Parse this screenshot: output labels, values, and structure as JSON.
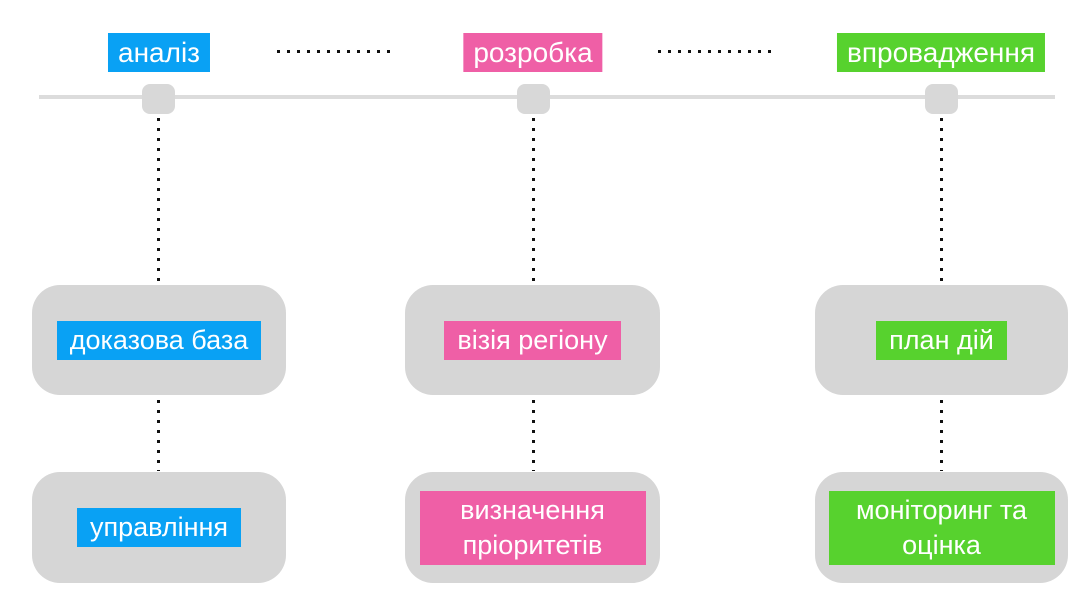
{
  "diagram": {
    "phases": [
      {
        "id": "analysis",
        "label": "аналіз",
        "color": "#09a1f4",
        "boxes": [
          {
            "label": "доказова база"
          },
          {
            "label": "управління"
          }
        ]
      },
      {
        "id": "development",
        "label": "розробка",
        "color": "#ef5fa6",
        "boxes": [
          {
            "label": "візія регіону"
          },
          {
            "label": "визначення пріоритетів"
          }
        ]
      },
      {
        "id": "implementation",
        "label": "впровадження",
        "color": "#57d22e",
        "boxes": [
          {
            "label": "план дій"
          },
          {
            "label": "моніторинг та оцінка"
          }
        ]
      }
    ],
    "colors": {
      "container_gray": "#d6d6d6",
      "timeline_gray": "#dcdcdc",
      "marker_gray": "#d8d8d8",
      "dotted_line": "#111111",
      "label_text": "#ffffff",
      "background": "#ffffff"
    }
  }
}
